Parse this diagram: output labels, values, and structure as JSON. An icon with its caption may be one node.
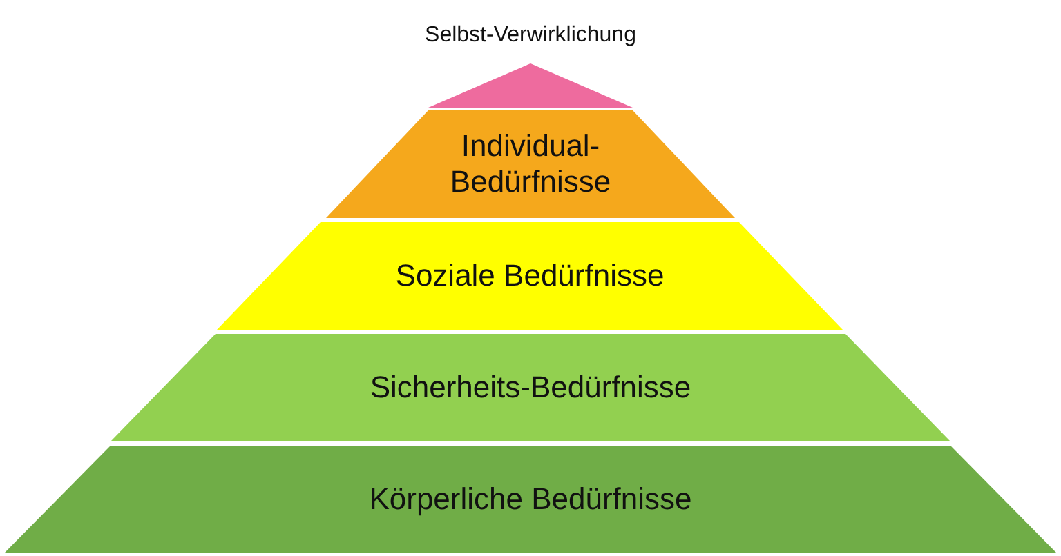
{
  "diagram": {
    "nodes": [
      {
        "text": [
          "Selbst-Verwirklichung"
        ]
      },
      {
        "text": [
          "Individual-Bedürfnisse"
        ]
      },
      {
        "text": [
          "Soziale Bedürfnisse"
        ]
      },
      {
        "text": [
          "Sicherheits-Bedürfnisse"
        ]
      },
      {
        "text": [
          "Körperliche Bedürfnisse"
        ]
      }
    ]
  }
}
